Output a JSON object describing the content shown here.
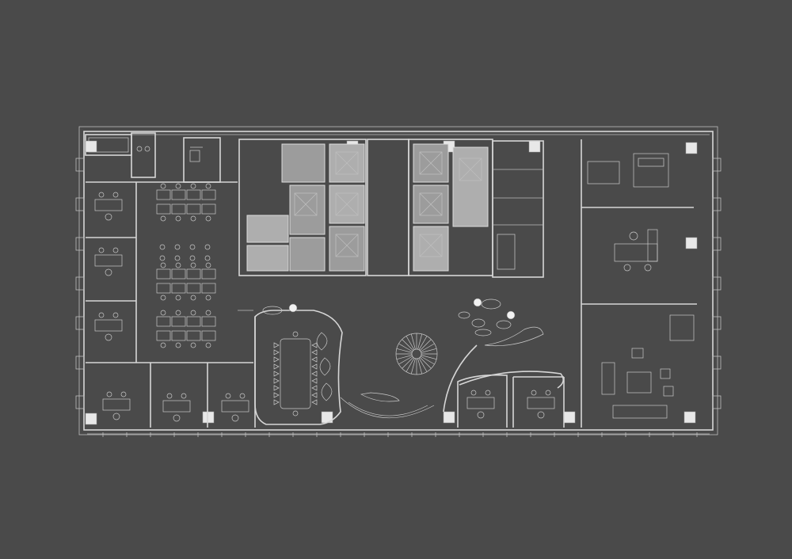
{
  "drawing": {
    "type": "architectural-floor-plan",
    "colors": {
      "background": "#4a4a4a",
      "walls": "#d6d6d6",
      "columns": "#e8e8e8",
      "core_fill": "#9c9c9c",
      "furniture": "#c9c9c9"
    },
    "counts": {
      "structural_columns": 12,
      "elevator_shafts": 8,
      "open_office_workstations": 32,
      "meeting_table_chairs": 20,
      "ceiling_lights": 3
    },
    "zones": [
      "west-open-office",
      "south-private-offices",
      "north-core-stairs-elevators",
      "north-restrooms",
      "central-lobby-spiral-stair",
      "boardroom",
      "east-executive-suite",
      "east-lounge"
    ]
  }
}
